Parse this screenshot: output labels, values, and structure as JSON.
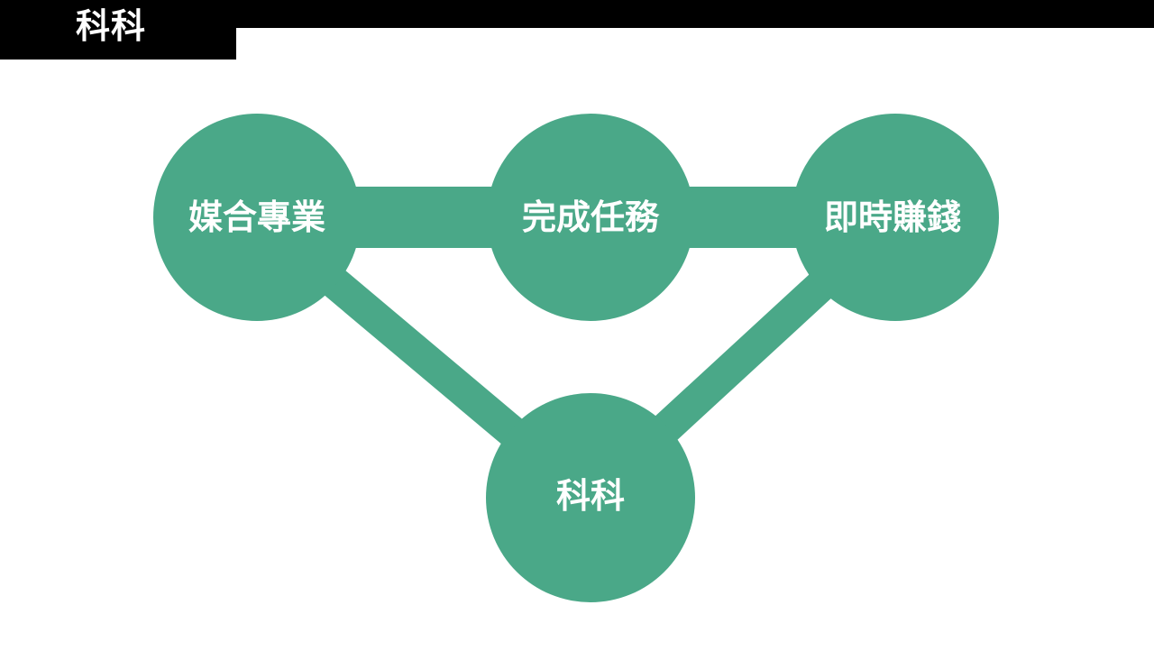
{
  "header": {
    "title": "科科"
  },
  "diagram": {
    "nodes": [
      {
        "id": "n1",
        "label": "媒合專業"
      },
      {
        "id": "n2",
        "label": "完成任務"
      },
      {
        "id": "n3",
        "label": "即時賺錢"
      },
      {
        "id": "n4",
        "label": "科科"
      }
    ],
    "edges": [
      {
        "from": "n1",
        "to": "n3"
      },
      {
        "from": "n1",
        "to": "n4"
      },
      {
        "from": "n3",
        "to": "n4"
      }
    ]
  },
  "colors": {
    "node": "#4aa888",
    "edge": "#4aa888",
    "bar": "#000000",
    "label": "#ffffff"
  }
}
